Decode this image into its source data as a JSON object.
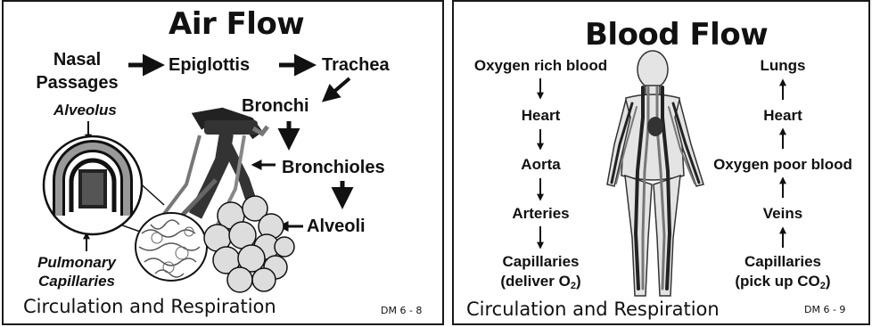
{
  "air_flow": {
    "title": "Air Flow",
    "nasal_line1": "Nasal",
    "nasal_line2": "Passages",
    "epiglottis": "Epiglottis",
    "trachea": "Trachea",
    "bronchi": "Bronchi",
    "bronchioles": "Bronchioles",
    "alveoli": "Alveoli",
    "alveolus": "Alveolus",
    "pulmonary_line1": "Pulmonary",
    "pulmonary_line2": "Capillaries",
    "footer": "Circulation and Respiration",
    "code": "DM 6 - 8"
  },
  "blood_flow": {
    "title": "Blood Flow",
    "left_column": [
      "Oxygen rich blood",
      "Heart",
      "Aorta",
      "Arteries",
      "Capillaries"
    ],
    "deliver_prefix": "(deliver O",
    "deliver_sub": "2",
    "deliver_suffix": ")",
    "right_column": [
      "Lungs",
      "Heart",
      "Oxygen poor blood",
      "Veins",
      "Capillaries"
    ],
    "pickup_prefix": "(pick up CO",
    "pickup_sub": "2",
    "pickup_suffix": ")",
    "footer": "Circulation and Respiration",
    "code": "DM 6 - 9"
  },
  "colors": {
    "border": "#1a1a1a",
    "ink": "#111111",
    "gray_fill": "#9a9a9a",
    "light_fill": "#d8d8d8"
  }
}
